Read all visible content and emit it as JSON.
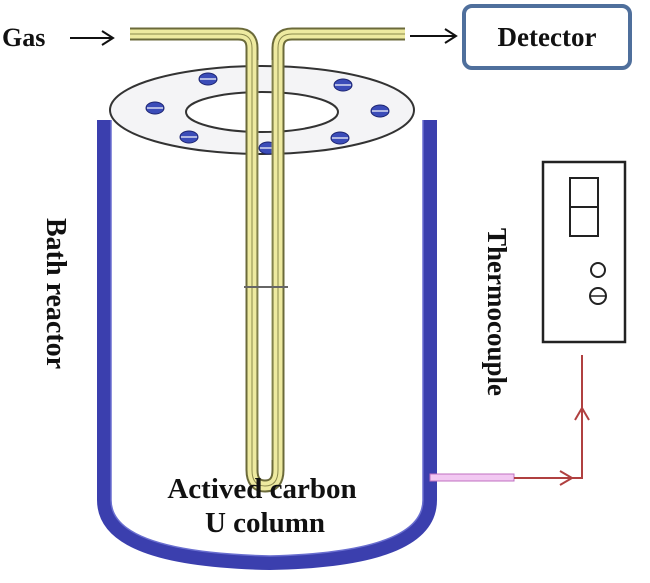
{
  "labels": {
    "gas": "Gas",
    "detector": "Detector",
    "bath_reactor": "Bath reactor",
    "thermocouple": "Thermocouple",
    "column_line1": "Actived carbon",
    "column_line2": "U column"
  },
  "colors": {
    "vessel_wall": "#3b3fae",
    "tube_fill": "#eeeaa0",
    "tube_stroke": "#6b6a3a",
    "detector_border": "#4f6f9c",
    "probe_wire": "#b04040",
    "probe_sheath": "#c070c0",
    "flange": "#f4f4f6",
    "bolt": "#3b4cb8"
  }
}
